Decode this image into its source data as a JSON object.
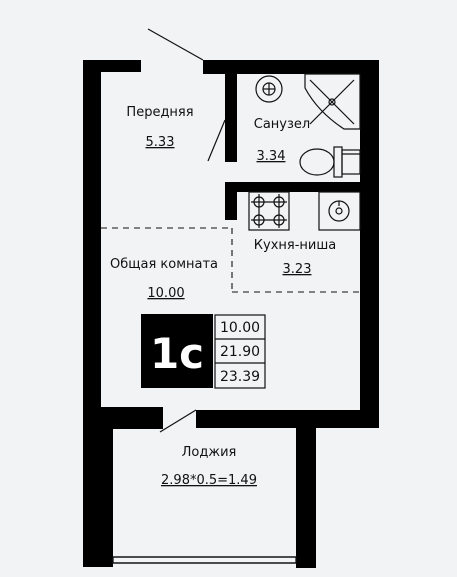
{
  "rooms": {
    "hall": {
      "name": "Передняя",
      "area": "5.33"
    },
    "bathroom": {
      "name": "Санузел",
      "area": "3.34"
    },
    "kitchen": {
      "name": "Кухня-ниша",
      "area": "3.23"
    },
    "living": {
      "name": "Общая комната",
      "area": "10.00"
    },
    "loggia": {
      "name": "Лоджия",
      "area": "2.98*0.5=1.49"
    }
  },
  "summary": {
    "type": "1с",
    "living_area": "10.00",
    "total_area": "21.90",
    "total_with_loggia": "23.39"
  },
  "colors": {
    "wall": "#000000",
    "background": "#f2f3f5",
    "line": "#111111"
  }
}
